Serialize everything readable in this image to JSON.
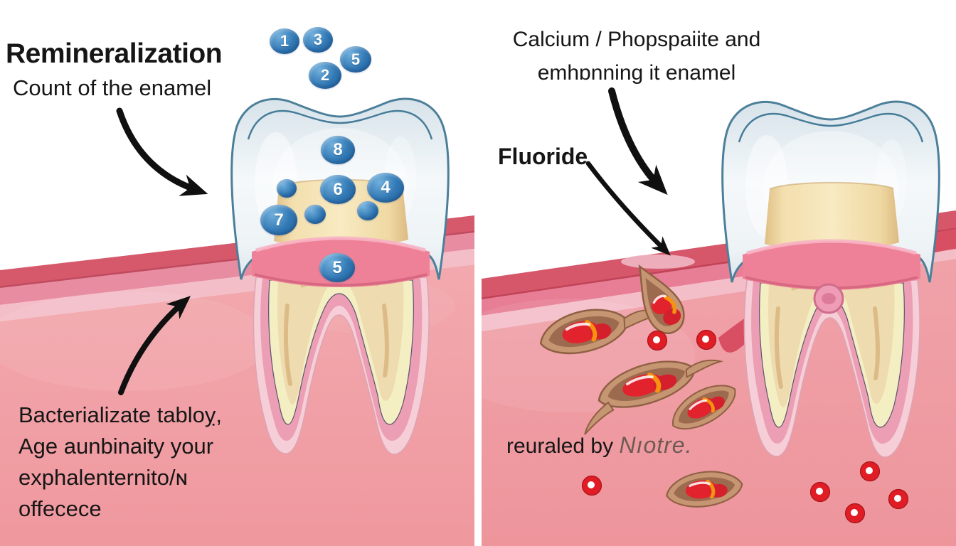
{
  "figure": {
    "type": "dental-remineralization-diagram"
  },
  "left_panel": {
    "title": "Remineralization",
    "subtitle": "Count of the enamel",
    "note_lines": [
      "Bacterializate tabloỵ,",
      "Age aunbinaity your",
      "exphalenternito/ɴ",
      "offecece"
    ],
    "mineral_numbers_top": [
      "1",
      "3",
      "5",
      "2"
    ],
    "mineral_numbers_tooth": [
      "8",
      "6",
      "4",
      "7",
      "5"
    ]
  },
  "right_panel": {
    "heading_lines": [
      "Calcium / Phopspaiite and",
      "emhɒnning it enamel"
    ],
    "fluoride_label": "Fluoride",
    "caption_prefix": "reuraled by",
    "caption_brand": "Nıotre."
  },
  "colors": {
    "mineral_blue": "#3077b3",
    "gum_pink": "#f0a1a7",
    "gum_band_red": "#d5596b",
    "enamel_blue": "#4c7f99",
    "dentin_cream": "#f4e0ac",
    "bacteria_tan": "#c69673",
    "cell_red": "#e0212b",
    "text_dark": "#161616",
    "brand_gray": "#6e5a55"
  }
}
